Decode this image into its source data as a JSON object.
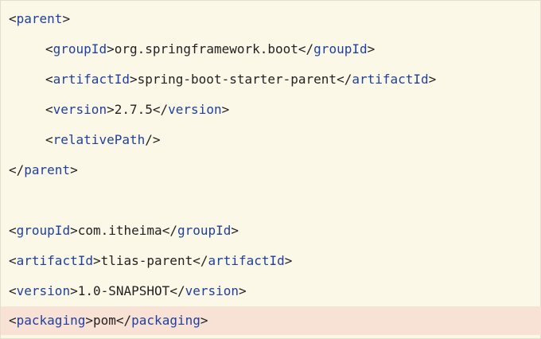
{
  "colors": {
    "background": "#fbf8e8",
    "tag_name": "#1f3fa3",
    "bracket_and_text": "#222222",
    "highlight": "#f7e2d5"
  },
  "lines": [
    {
      "kind": "open",
      "tag": "parent",
      "value": ""
    },
    {
      "kind": "full",
      "tag": "groupId",
      "value": "org.springframework.boot"
    },
    {
      "kind": "full",
      "tag": "artifactId",
      "value": "spring-boot-starter-parent"
    },
    {
      "kind": "full",
      "tag": "version",
      "value": "2.7.5"
    },
    {
      "kind": "selfclose",
      "tag": "relativePath",
      "value": ""
    },
    {
      "kind": "close",
      "tag": "parent",
      "value": ""
    },
    {
      "kind": "blank",
      "tag": "",
      "value": ""
    },
    {
      "kind": "full",
      "tag": "groupId",
      "value": "com.itheima"
    },
    {
      "kind": "full",
      "tag": "artifactId",
      "value": "tlias-parent"
    },
    {
      "kind": "full",
      "tag": "version",
      "value": "1.0-SNAPSHOT"
    },
    {
      "kind": "full",
      "tag": "packaging",
      "value": "pom",
      "highlighted": true
    }
  ]
}
